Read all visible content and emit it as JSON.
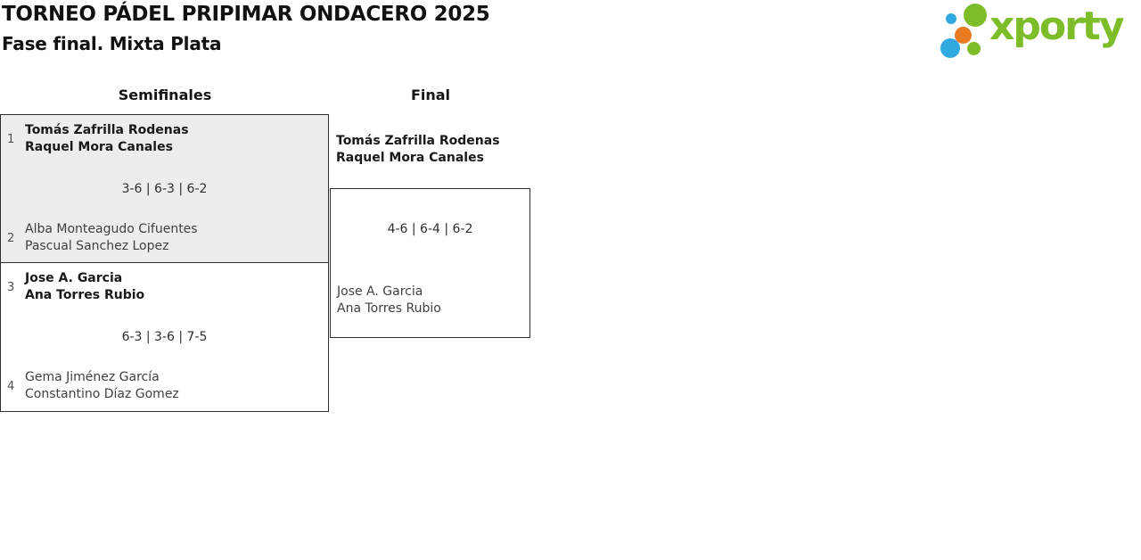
{
  "header": {
    "title": "TORNEO PÁDEL PRIPIMAR ONDACERO 2025",
    "subtitle": "Fase final. Mixta Plata"
  },
  "brand": {
    "name": "xporty"
  },
  "colors": {
    "brand_green": "#7dbd2a",
    "brand_blue": "#2fa9e0",
    "brand_orange": "#e87a22",
    "match_highlight_fill": "#ededed",
    "box_border": "#2f2f2f"
  },
  "rounds": {
    "semifinals_label": "Semifinales",
    "final_label": "Final"
  },
  "matches": {
    "sf1": {
      "seed_a": "1",
      "team_a_line1": "Tomás Zafrilla Rodenas",
      "team_a_line2": "Raquel Mora Canales",
      "score": "3-6 | 6-3 | 6-2",
      "seed_b": "2",
      "team_b_line1": "Alba Monteagudo Cifuentes",
      "team_b_line2": "Pascual Sanchez Lopez"
    },
    "sf2": {
      "seed_a": "3",
      "team_a_line1": "Jose A. Garcia",
      "team_a_line2": "Ana Torres Rubio",
      "score": "6-3 | 3-6 | 7-5",
      "seed_b": "4",
      "team_b_line1": "Gema Jiménez García",
      "team_b_line2": "Constantino Díaz Gomez"
    },
    "final": {
      "team_a_line1": "Tomás Zafrilla Rodenas",
      "team_a_line2": "Raquel Mora Canales",
      "score": "4-6 | 6-4 | 6-2",
      "team_b_line1": "Jose A. Garcia",
      "team_b_line2": "Ana Torres Rubio"
    }
  }
}
